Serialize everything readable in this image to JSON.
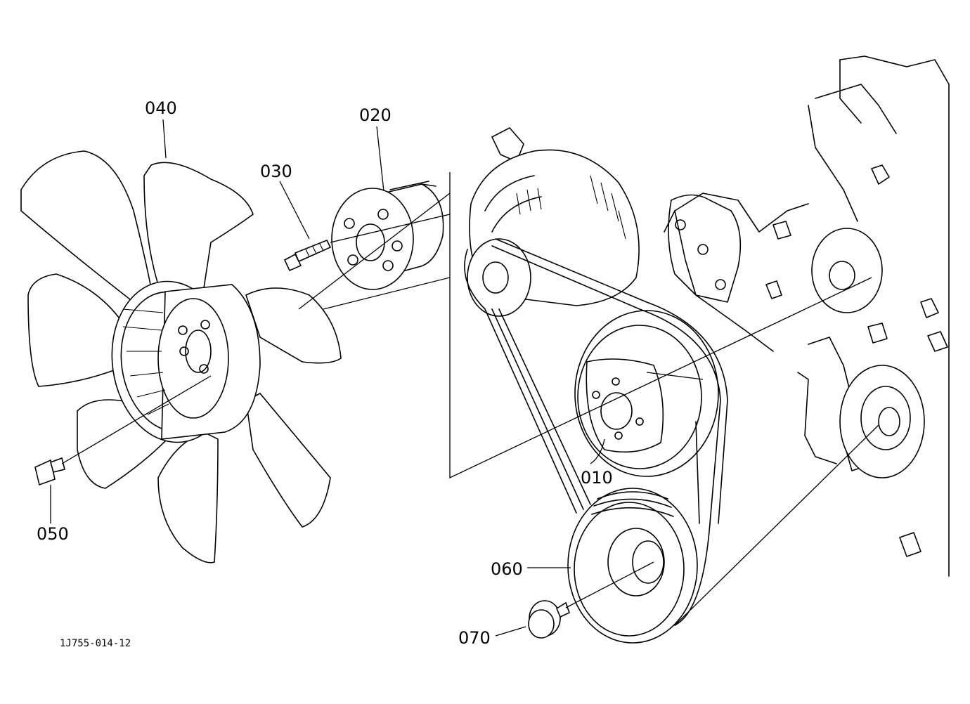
{
  "diagram": {
    "drawing_id": "1J755-014-12",
    "parts": [
      {
        "id": "010",
        "label": "010"
      },
      {
        "id": "020",
        "label": "020"
      },
      {
        "id": "030",
        "label": "030"
      },
      {
        "id": "040",
        "label": "040"
      },
      {
        "id": "050",
        "label": "050"
      },
      {
        "id": "060",
        "label": "060"
      },
      {
        "id": "070",
        "label": "070"
      }
    ]
  }
}
